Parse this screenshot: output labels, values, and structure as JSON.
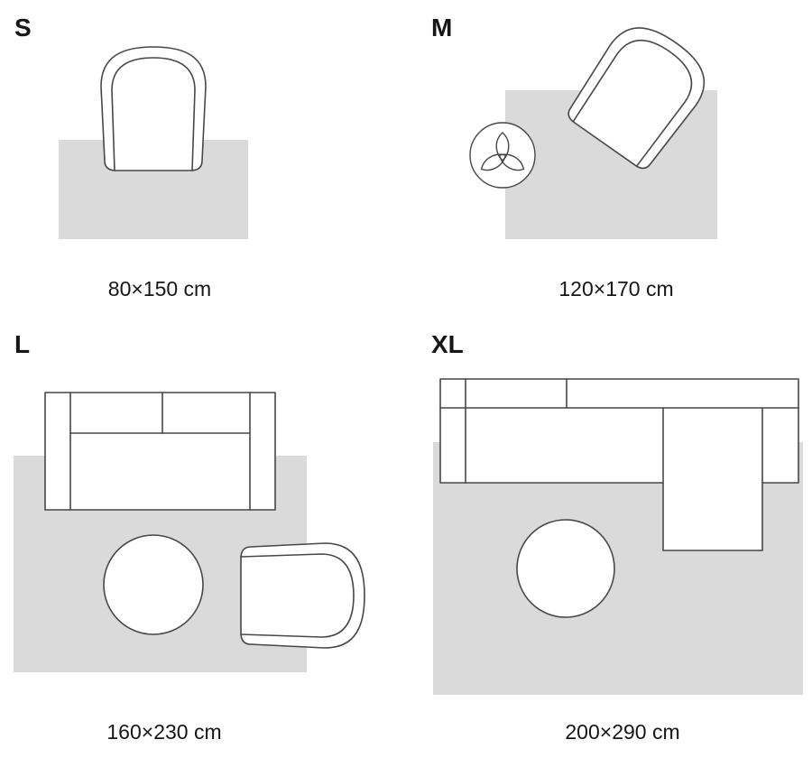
{
  "sizes": [
    {
      "label": "S",
      "dimensions": "80×150 cm"
    },
    {
      "label": "M",
      "dimensions": "120×170 cm"
    },
    {
      "label": "L",
      "dimensions": "160×230 cm"
    },
    {
      "label": "XL",
      "dimensions": "200×290 cm"
    }
  ],
  "colors": {
    "background": "#ffffff",
    "rug": "#dadada",
    "outline": "#474747",
    "furniture-fill": "#ffffff",
    "text": "#161616"
  }
}
